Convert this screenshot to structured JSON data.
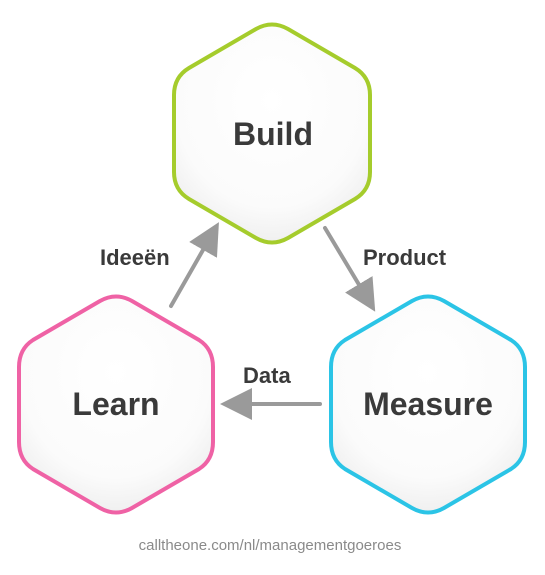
{
  "nodes": {
    "build": {
      "label": "Build",
      "color": "#a5cc2c"
    },
    "measure": {
      "label": "Measure",
      "color": "#2bc4e6"
    },
    "learn": {
      "label": "Learn",
      "color": "#ef62a5"
    }
  },
  "edges": {
    "build_to_measure": {
      "label": "Product"
    },
    "measure_to_learn": {
      "label": "Data"
    },
    "learn_to_build": {
      "label": "Ideeën"
    }
  },
  "arrow_color": "#9a9a9a",
  "footer": {
    "credit": "calltheone.com/nl/managementgoeroes"
  }
}
